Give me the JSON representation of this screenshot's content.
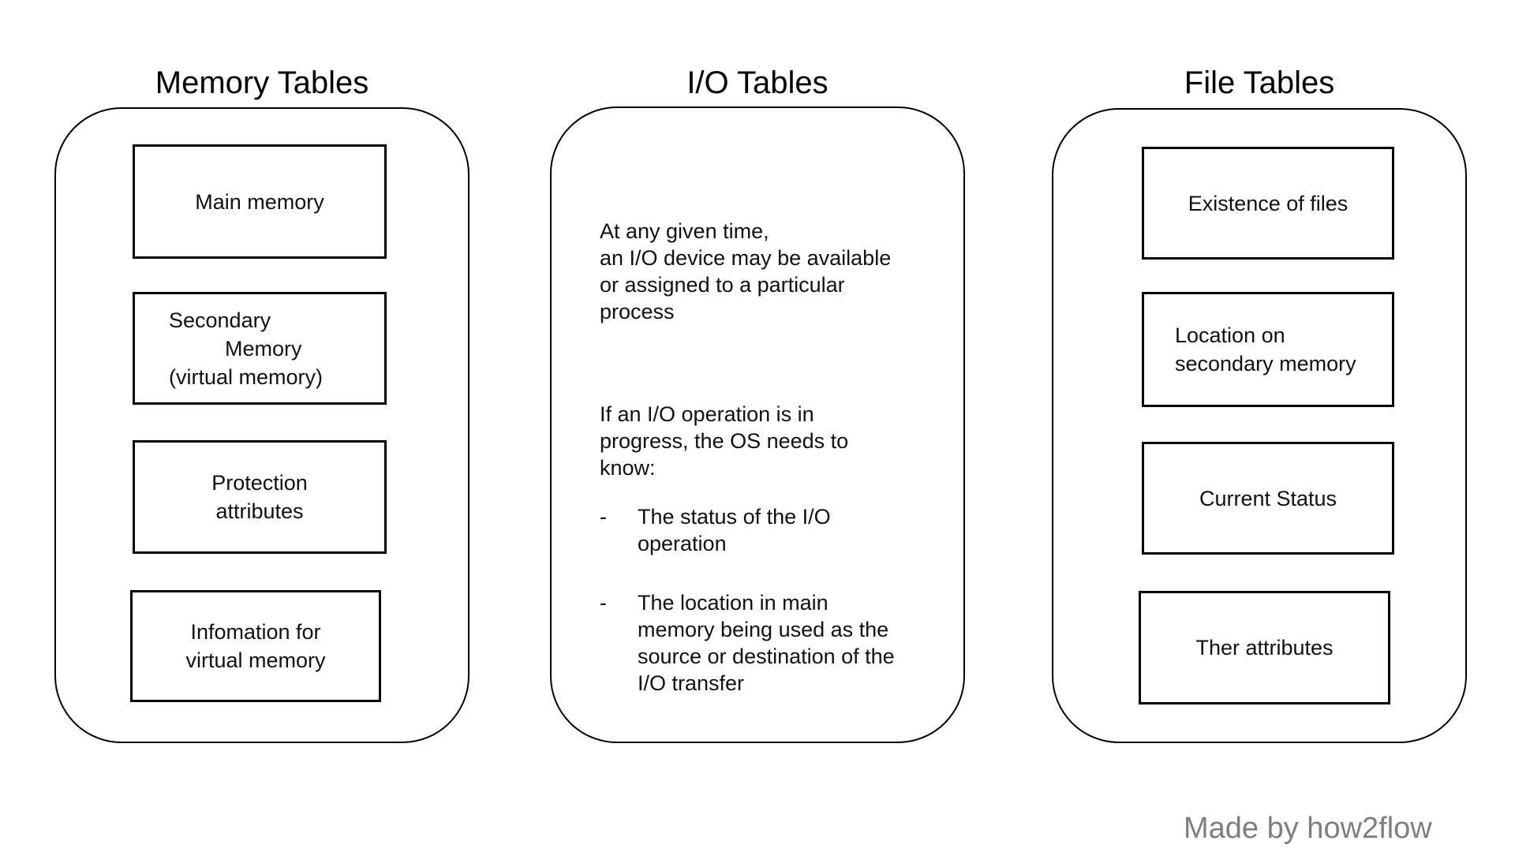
{
  "memory": {
    "title": "Memory Tables",
    "box1": "Main memory",
    "box2_line1": "Secondary",
    "box2_line2": "Memory",
    "box2_line3": "(virtual memory)",
    "box3": "Protection\nattributes",
    "box4": "Infomation for\nvirtual memory"
  },
  "io": {
    "title": "I/O Tables",
    "para1": "At any given time,\nan I/O device may be available\nor assigned to a particular\nprocess",
    "para2": "If an I/O operation is in\nprogress, the OS needs to\nknow:",
    "bullet_marker": "-",
    "bullet1": "The status of the I/O\noperation",
    "bullet2": "The location in main\nmemory being used as the\nsource or destination of the\nI/O transfer"
  },
  "file": {
    "title": "File Tables",
    "box1": "Existence of files",
    "box2": "Location on\nsecondary memory",
    "box3": "Current Status",
    "box4": "Ther attributes"
  },
  "footer": {
    "credit": "Made by how2flow"
  },
  "colors": {
    "line": "#000000",
    "text": "#111111",
    "credit": "#7f7f7f",
    "background": "#ffffff"
  }
}
